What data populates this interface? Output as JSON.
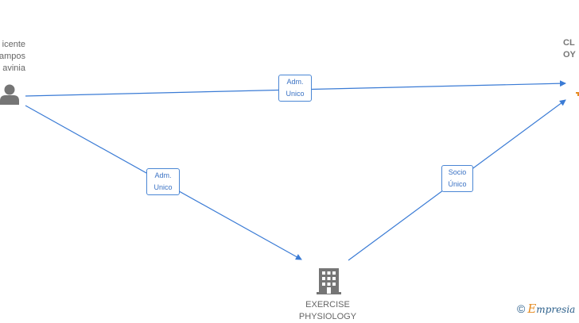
{
  "nodes": {
    "person": {
      "lines": [
        "icente",
        "ampos",
        "avinia"
      ]
    },
    "company_top": {
      "lines": [
        "CL",
        "OY"
      ]
    },
    "building": {
      "lines": [
        "EXERCISE",
        "PHYSIOLOGY"
      ]
    }
  },
  "edges": [
    {
      "from": "person",
      "to": "company_top",
      "lines": [
        "Adm.",
        "Unico"
      ]
    },
    {
      "from": "person",
      "to": "building",
      "lines": [
        "Adm.",
        "Unico"
      ]
    },
    {
      "from": "building",
      "to": "company_top",
      "lines": [
        "Socio",
        "Único"
      ]
    }
  ],
  "colors": {
    "edge": "#3a7bd5",
    "icon": "#757575",
    "accent": "#e58a1f"
  },
  "footer": {
    "copyright": "©",
    "brand_first": "E",
    "brand_rest": "mpresia"
  }
}
